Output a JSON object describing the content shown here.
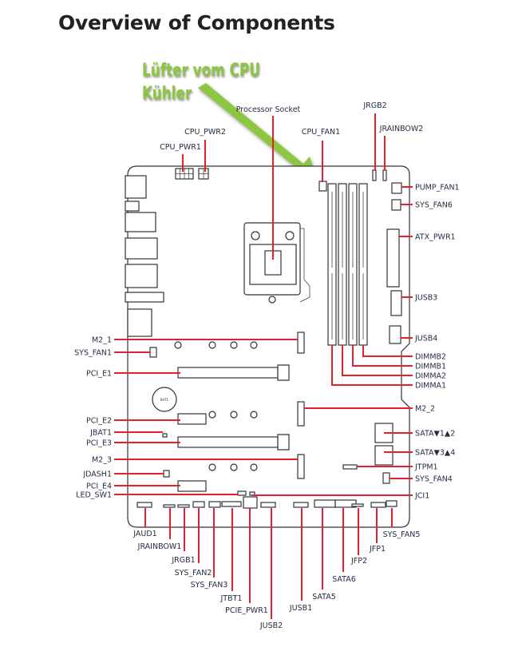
{
  "title": "Overview of Components",
  "annotation": {
    "line1": "Lüfter vom CPU",
    "line2": "Kühler",
    "color": "#8dc63f"
  },
  "line_color": "#e8202a",
  "labels": {
    "top": [
      "CPU_PWR1",
      "CPU_PWR2",
      "Processor Socket",
      "CPU_FAN1",
      "JRGB2",
      "JRAINBOW2"
    ],
    "right": [
      "PUMP_FAN1",
      "SYS_FAN6",
      "ATX_PWR1",
      "JUSB3",
      "JUSB4",
      "DIMMB2",
      "DIMMB1",
      "DIMMA2",
      "DIMMA1",
      "M2_2",
      "SATA▼1▲2",
      "SATA▼3▲4",
      "JTPM1",
      "SYS_FAN4",
      "JCI1"
    ],
    "left": [
      "M2_1",
      "SYS_FAN1",
      "PCI_E1",
      "PCI_E2",
      "JBAT1",
      "PCI_E3",
      "M2_3",
      "JDASH1",
      "PCI_E4",
      "LED_SW1"
    ],
    "bottom": [
      "JAUD1",
      "JRAINBOW1",
      "JRGB1",
      "SYS_FAN2",
      "SYS_FAN3",
      "JTBT1",
      "PCIE_PWR1",
      "JUSB2",
      "JUSB1",
      "SATA5",
      "SATA6",
      "JFP2",
      "JFP1",
      "SYS_FAN5"
    ]
  },
  "battery_label": "BAT1"
}
